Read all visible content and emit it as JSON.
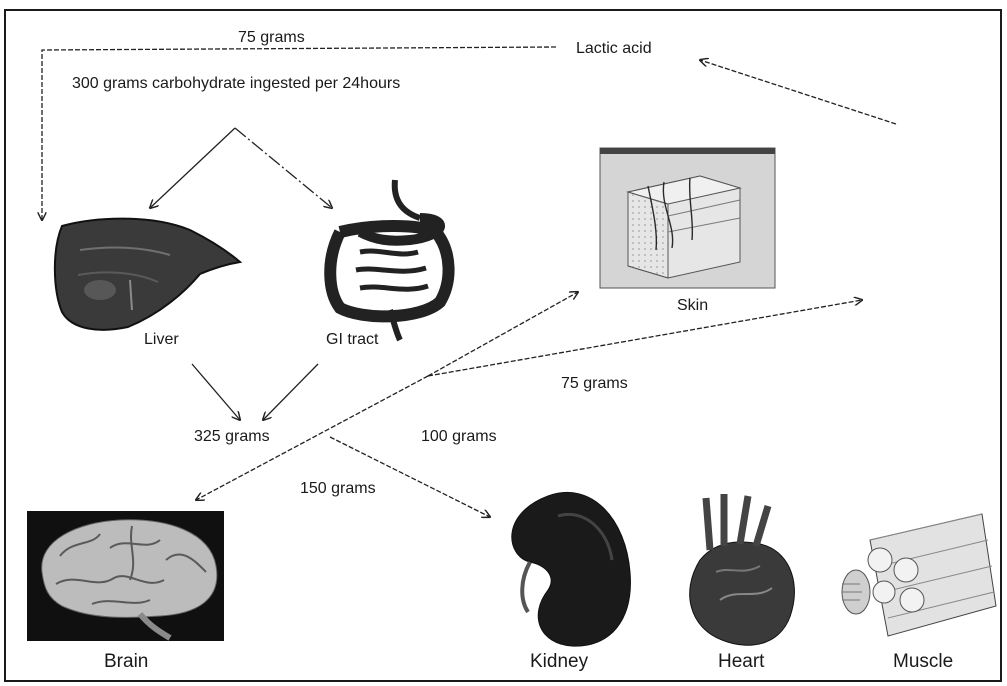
{
  "diagram": {
    "labels": {
      "intake": "300 grams carbohydrate ingested per 24hours",
      "lactic_acid": "Lactic acid",
      "return_amount": "75 grams",
      "pool": "325 grams",
      "brain_amount": "150 grams",
      "kidney_amount": "100 grams",
      "skin_amount": "75 grams"
    },
    "organs": {
      "liver": "Liver",
      "gi_tract": "GI tract",
      "skin": "Skin",
      "brain": "Brain",
      "kidney": "Kidney",
      "heart": "Heart",
      "muscle": "Muscle"
    }
  }
}
